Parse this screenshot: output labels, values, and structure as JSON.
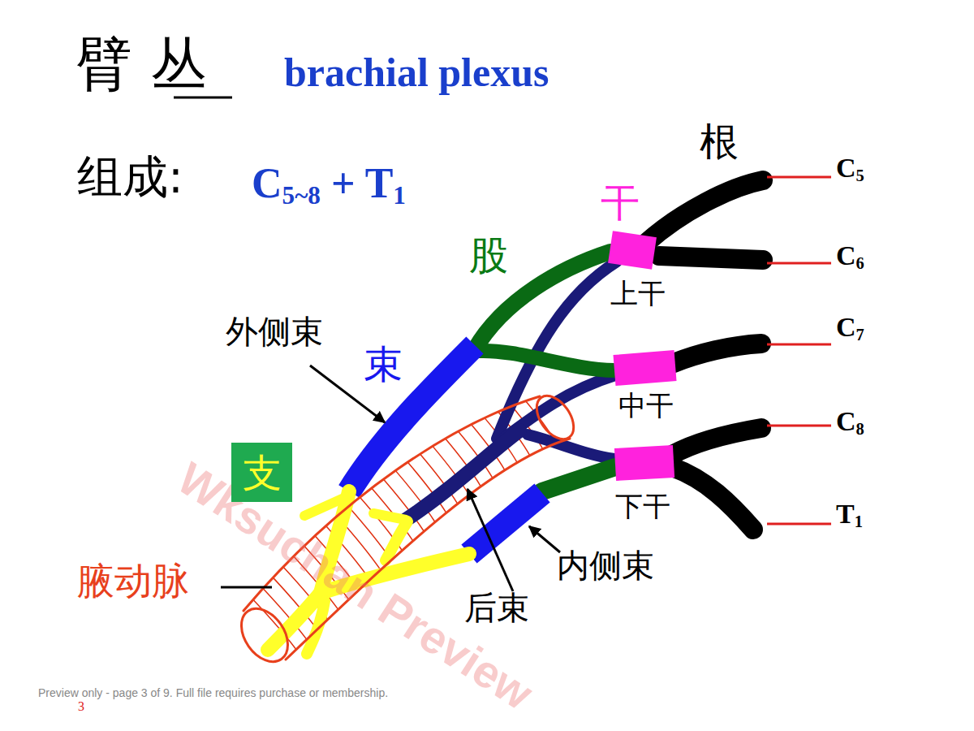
{
  "diagram": {
    "title": "臂 丛",
    "nodes": [
      {
        "text": [
          "支"
        ]
      }
    ],
    "labels": [
      "brachial plexus",
      "组成:",
      "C5~8 + T1",
      "根",
      "干",
      "股",
      "束",
      "外侧束",
      "上干",
      "中干",
      "下干",
      "C5",
      "C6",
      "C7",
      "C8",
      "T1",
      "腋动脉",
      "内侧束",
      "后束",
      "Wksuchan Preview",
      "Preview only - page 3 of 9. Full file requires purchase or membership.",
      "3"
    ]
  }
}
